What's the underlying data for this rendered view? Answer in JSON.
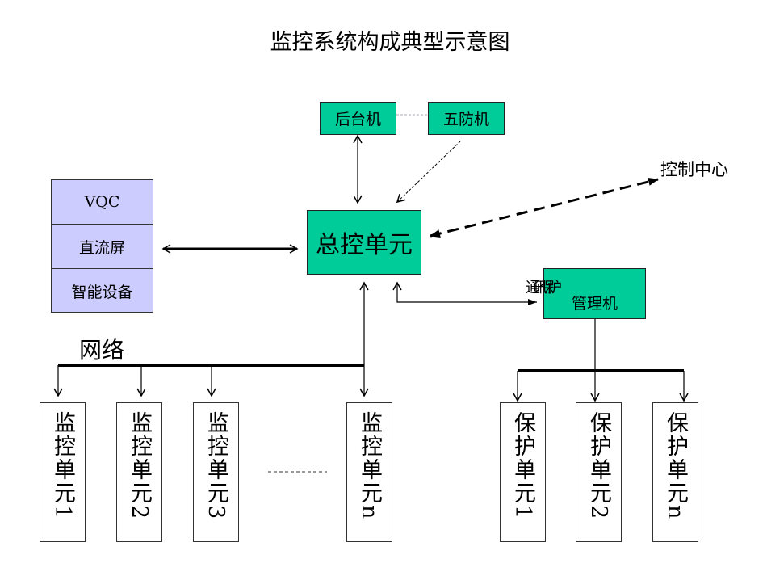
{
  "title": "监控系统构成典型示意图",
  "backend": "后台机",
  "five_defense": "五防机",
  "master_unit": "总控单元",
  "control_center": "控制中心",
  "left_stack": [
    "VQC",
    "直流屏",
    "智能设备"
  ],
  "protection_manager": {
    "line1": "通讯保护",
    "line2": "管理机"
  },
  "network_label": "网络",
  "monitor_units": [
    "监控单元1",
    "监控单元2",
    "监控单元3",
    "监控单元n"
  ],
  "protection_units": [
    "保护单元1",
    "保护单元2",
    "保护单元n"
  ],
  "colors": {
    "green": "#00cc99",
    "stack": "#ccccff"
  }
}
